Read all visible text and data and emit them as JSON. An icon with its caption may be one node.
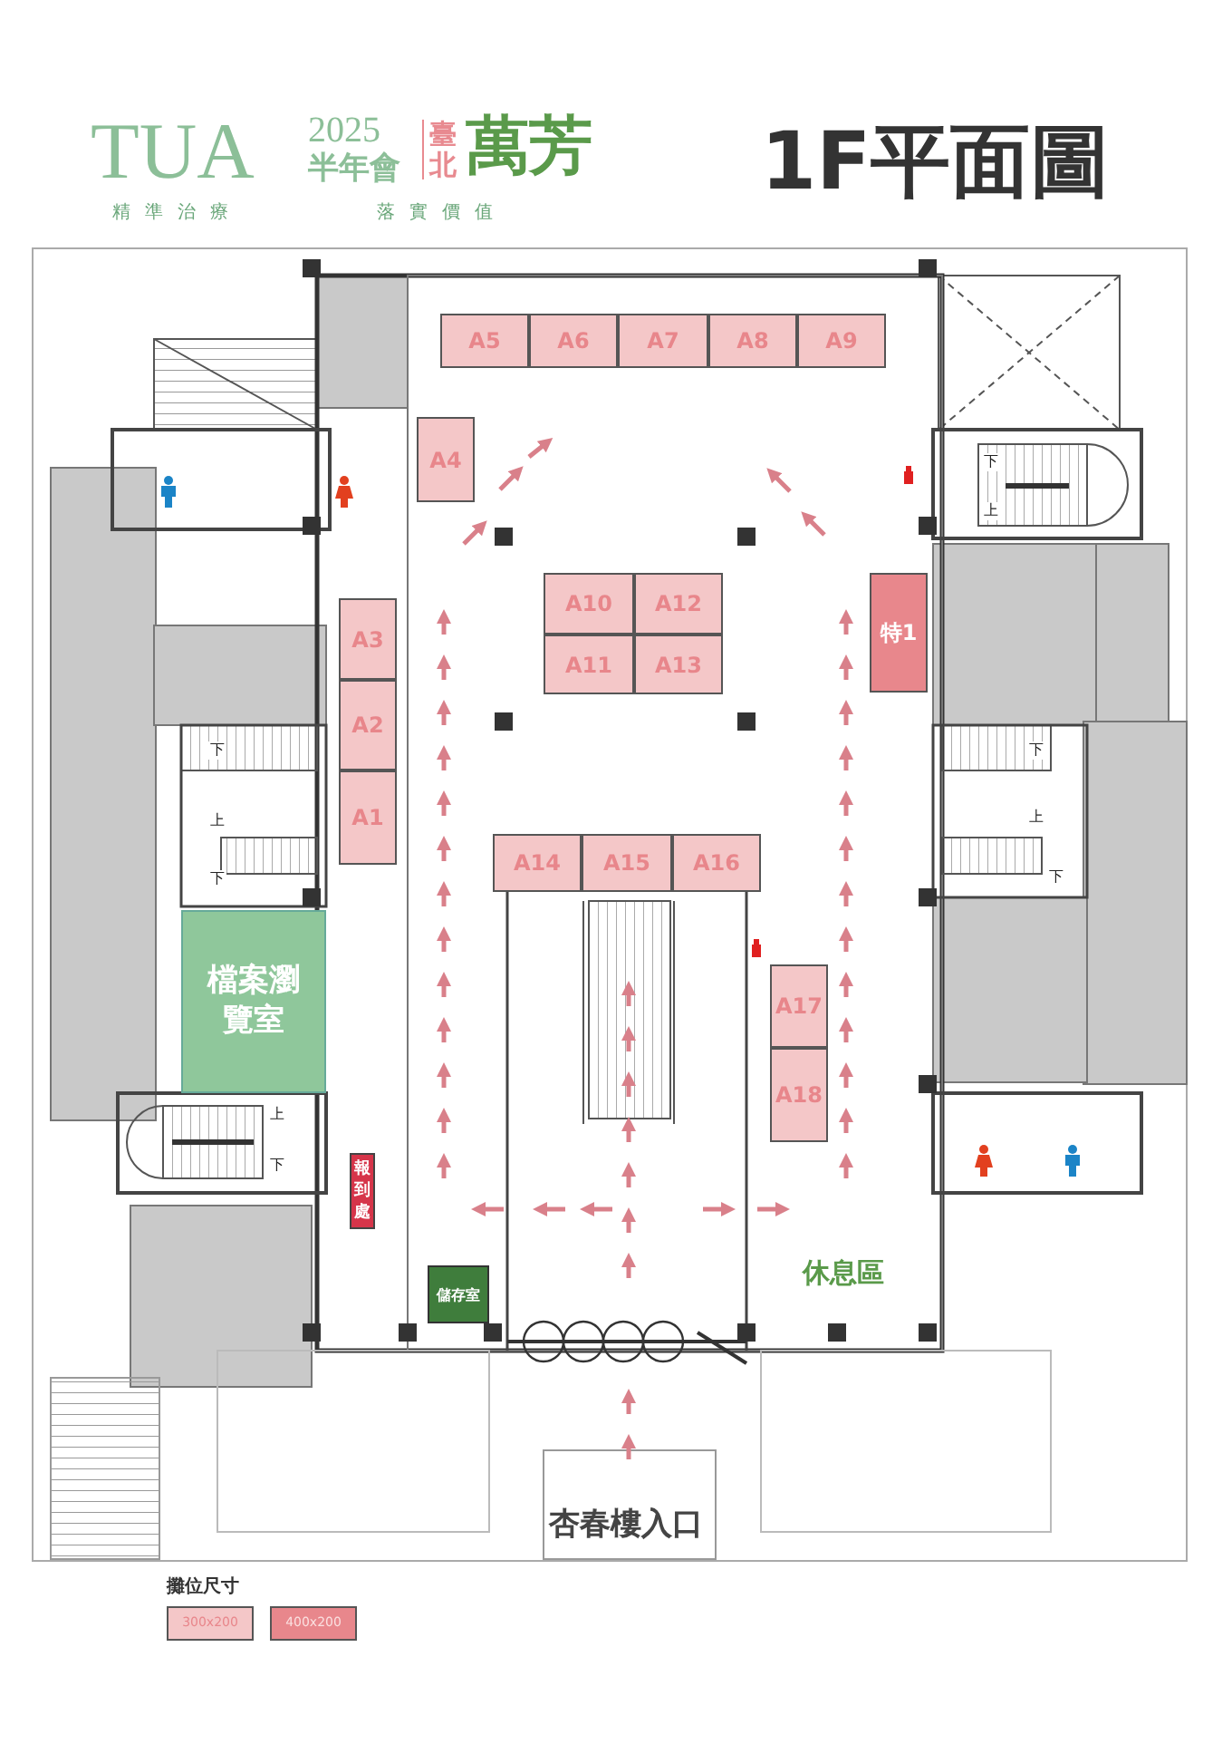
{
  "diagram": {
    "title": "1F平面圖",
    "nodes": [
      {
        "text": [
          "A5"
        ]
      },
      {
        "text": [
          "A6"
        ]
      },
      {
        "text": [
          "A7"
        ]
      },
      {
        "text": [
          "A8"
        ]
      },
      {
        "text": [
          "A9"
        ]
      },
      {
        "text": [
          "A4"
        ]
      },
      {
        "text": [
          "A3"
        ]
      },
      {
        "text": [
          "A10"
        ]
      },
      {
        "text": [
          "A12"
        ]
      },
      {
        "text": [
          "特1"
        ]
      },
      {
        "text": [
          "A11"
        ]
      },
      {
        "text": [
          "A13"
        ]
      },
      {
        "text": [
          "A2"
        ]
      },
      {
        "text": [
          "A1"
        ]
      },
      {
        "text": [
          "A14"
        ]
      },
      {
        "text": [
          "A15"
        ]
      },
      {
        "text": [
          "A16"
        ]
      },
      {
        "text": [
          "A17"
        ]
      },
      {
        "text": [
          "檔案瀏覽室"
        ]
      },
      {
        "text": [
          "A18"
        ]
      },
      {
        "text": [
          "報到處"
        ]
      },
      {
        "text": [
          "儲存室"
        ]
      }
    ],
    "edges": [],
    "labels": [
      "TUA",
      "2025",
      "半年會",
      "臺北",
      "萬芳",
      "精準治療",
      "落實價值",
      "下",
      "上",
      "下",
      "下",
      "上",
      "上",
      "下",
      "下",
      "上",
      "下",
      "休息區",
      "杏春樓入口",
      "攤位尺寸"
    ],
    "legend": [
      {
        "text": "300x200",
        "color": "#f4c7c8"
      },
      {
        "text": "400x200",
        "color": "#e8878c"
      }
    ]
  }
}
